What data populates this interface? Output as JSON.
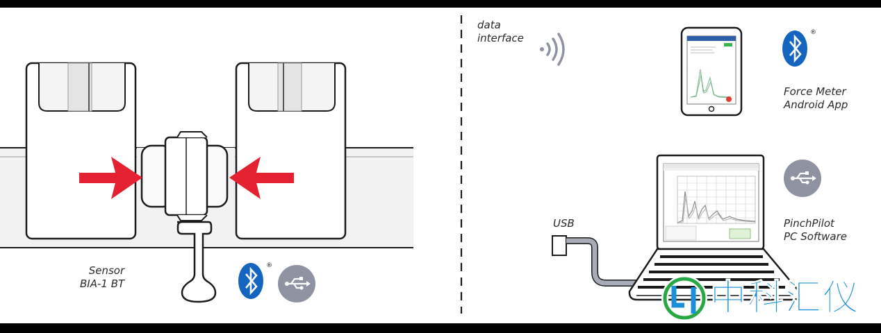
{
  "labels": {
    "data_interface": [
      "data",
      "interface"
    ],
    "sensor": [
      "Sensor",
      "BIA-1 BT"
    ],
    "force_meter": [
      "Force Meter",
      "Android App"
    ],
    "usb": "USB",
    "pinchpilot": [
      "PinchPilot",
      "PC Software"
    ]
  },
  "registered_mark": "®",
  "watermark": "中科汇仪",
  "icons": [
    "bluetooth-icon",
    "usb-icon",
    "wireless-signal-icon",
    "tablet-icon",
    "laptop-icon",
    "usb-plug-icon",
    "arrow-icon",
    "grip-sensor-icon",
    "watermark-logo-icon"
  ],
  "colors": {
    "arrow_red": "#e32131",
    "bluetooth_blue": "#1565c0",
    "usb_circle_grey": "#8f92a0",
    "cable_grey": "#a9abb8",
    "line_dark": "#1a1a1a",
    "watermark_blue": "#1b8fd8",
    "watermark_green": "#27a844"
  }
}
